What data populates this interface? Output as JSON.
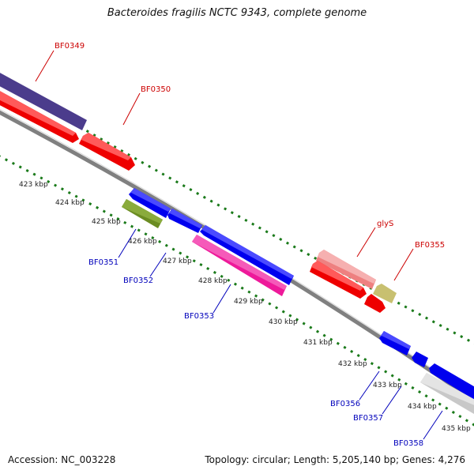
{
  "title": "Bacteroides fragilis NCTC 9343, complete genome",
  "footer": {
    "accession": "Accession: NC_003228",
    "summary": "Topology: circular; Length: 5,205,140 bp; Genes: 4,276"
  },
  "colors": {
    "backbone": "#808080",
    "tick_dots": "#1a7a1a",
    "forward_label": "#cc0000",
    "reverse_label": "#0000bb"
  },
  "kbp_labels": [
    "423 kbp",
    "424 kbp",
    "425 kbp",
    "426 kbp",
    "427 kbp",
    "428 kbp",
    "429 kbp",
    "430 kbp",
    "431 kbp",
    "432 kbp",
    "433 kbp",
    "434 kbp",
    "435 kbp"
  ],
  "genes": [
    {
      "name": "BF0349",
      "strand": "forward",
      "color": "#4b3c8c"
    },
    {
      "name": "BF0350",
      "strand": "forward",
      "color": "#ee0000"
    },
    {
      "name": "glyS",
      "strand": "forward",
      "color": "#ee8080"
    },
    {
      "name": "BF0355",
      "strand": "forward",
      "color": "#c8c070"
    },
    {
      "name": "BF0351",
      "strand": "reverse",
      "color": "#6b8c22"
    },
    {
      "name": "BF0352",
      "strand": "reverse",
      "color": "#0000ee"
    },
    {
      "name": "BF0353",
      "strand": "reverse",
      "color": "#ee1a9a"
    },
    {
      "name": "BF0356",
      "strand": "reverse",
      "color": "#0000ee"
    },
    {
      "name": "BF0357",
      "strand": "reverse",
      "color": "#0000ee"
    },
    {
      "name": "BF0358",
      "strand": "reverse",
      "color": "#c8c8c8"
    }
  ]
}
